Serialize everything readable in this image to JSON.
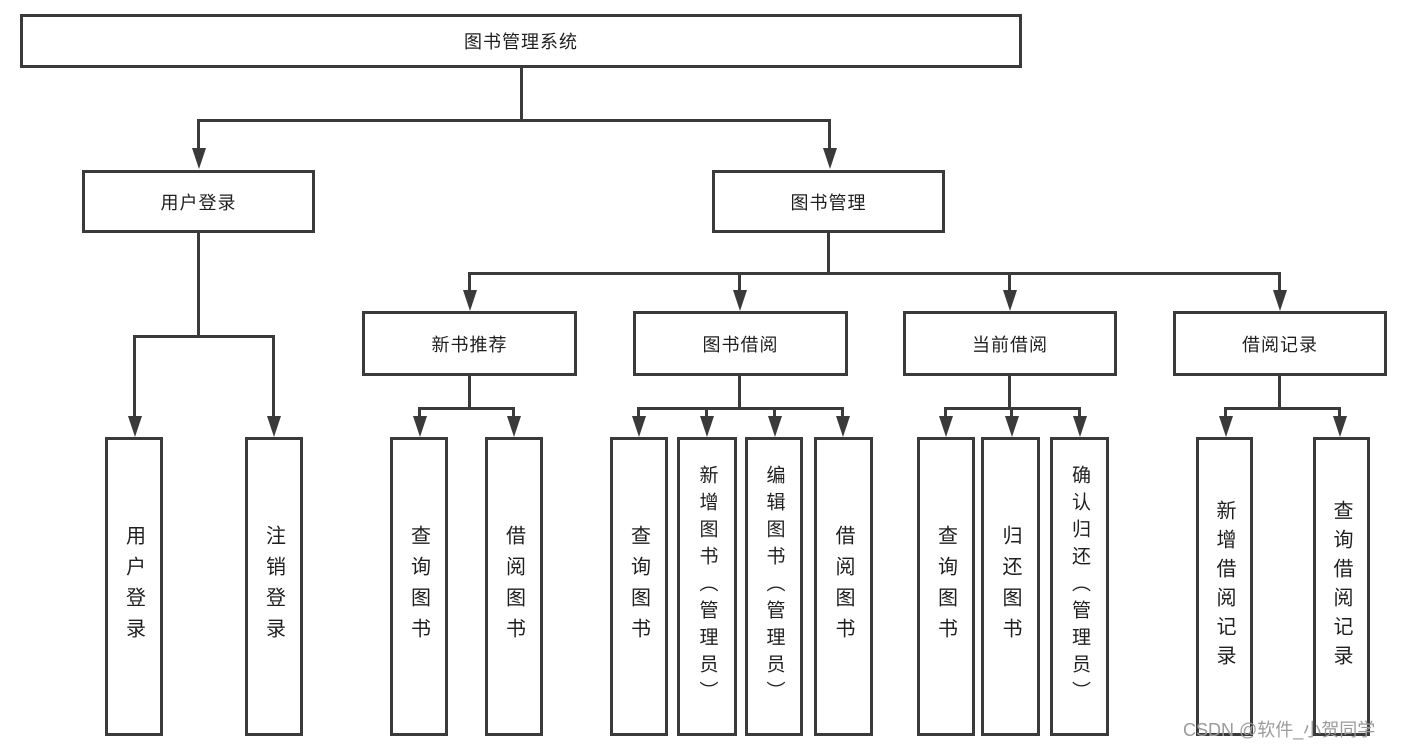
{
  "diagram": {
    "title": "图书管理系统",
    "root": "图书管理系统",
    "level2": [
      "用户登录",
      "图书管理"
    ],
    "level3": [
      "新书推荐",
      "图书借阅",
      "当前借阅",
      "借阅记录"
    ],
    "leaves": [
      "用户登录",
      "注销登录",
      "查询图书",
      "借阅图书",
      "查询图书",
      "新增图书（管理员）",
      "编辑图书（管理员）",
      "借阅图书",
      "查询图书",
      "归还图书",
      "确认归还（管理员）",
      "新增借阅记录",
      "查询借阅记录"
    ]
  },
  "watermark": "CSDN @软件_小贺同学",
  "colors": {
    "line": "#3a3a3a",
    "text": "#1f1f1f",
    "watermark": "#9b9b9b",
    "background": "#ffffff"
  }
}
